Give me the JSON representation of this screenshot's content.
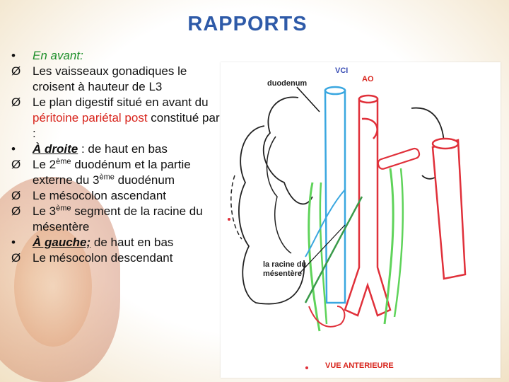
{
  "title": "RAPPORTS",
  "lines": {
    "l1_bullet": "•",
    "l1_text": "En avant:",
    "l2_bullet": "Ø",
    "l2_text": "Les vaisseaux gonadiques le croisent à hauteur de L3",
    "l3_bullet": "Ø",
    "l3_a": "Le plan digestif situé en avant du ",
    "l3_red": "péritoine pariétal post",
    "l3_b": " constitué par :",
    "l4_bullet": "•",
    "l4_bold": "À droite",
    "l4_text": " : de haut en bas",
    "l5_bullet": "Ø",
    "l5_a": "Le 2",
    "l5_sup1": "ème",
    "l5_b": " duodénum et la partie externe du 3",
    "l5_sup2": "ème",
    "l5_c": " duodénum",
    "l6_bullet": "Ø",
    "l6_text": "Le mésocolon ascendant",
    "l7_bullet": "Ø",
    "l7_a": "Le 3",
    "l7_sup": "ème",
    "l7_b": " segment de la racine du mésentère",
    "l8_bullet": "•",
    "l8_bold": "À gauche;",
    "l8_text": "  de haut en bas",
    "l9_bullet": "Ø",
    "l9_text": "Le mésocolon descendant"
  },
  "figure": {
    "label_vci": "VCI",
    "label_ao": "AO",
    "label_duodenum": "duodenum",
    "label_racine_1": "la racine du",
    "label_racine_2": "mésentère",
    "label_vue": "VUE ANTERIEURE"
  },
  "colors": {
    "title": "#2e5aa8",
    "green": "#1e8f2a",
    "red": "#d8241c",
    "label_blue": "#3b4fb5",
    "label_red": "#d8241c",
    "vessel_red": "#e0303a",
    "vessel_blue": "#3aa7e0",
    "ureter_green": "#5fd35a"
  }
}
